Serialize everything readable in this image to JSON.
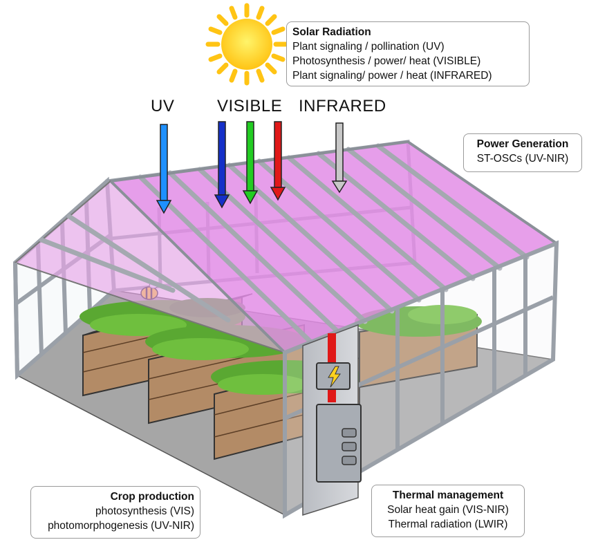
{
  "solar_radiation": {
    "title": "Solar Radiation",
    "lines": [
      "Plant signaling / pollination (UV)",
      "Photosynthesis / power/ heat (VISIBLE)",
      "Plant signaling/ power / heat (INFRARED)"
    ]
  },
  "bands": {
    "uv": "UV",
    "visible": "VISIBLE",
    "infrared": "INFRARED"
  },
  "power_generation": {
    "title": "Power Generation",
    "line": "ST-OSCs (UV-NIR)"
  },
  "crop_production": {
    "title": "Crop production",
    "lines": [
      "photosynthesis (VIS)",
      "photomorphogenesis (UV-NIR)"
    ]
  },
  "thermal_management": {
    "title": "Thermal management",
    "lines": [
      "Solar heat gain (VIS-NIR)",
      "Thermal radiation (LWIR)"
    ]
  },
  "colors": {
    "roof_tint": "#e38ee6",
    "uv_arrow": "#1e90ff",
    "blue_arrow": "#1530c8",
    "green_arrow": "#22cc22",
    "red_arrow": "#e01818",
    "ir_arrow": "#c8c8c8",
    "sun": "#ffd21f",
    "frame": "#9aa0a8",
    "soil": "#b38b66",
    "plants": "#5aa832",
    "floor": "#a8a8a8"
  }
}
